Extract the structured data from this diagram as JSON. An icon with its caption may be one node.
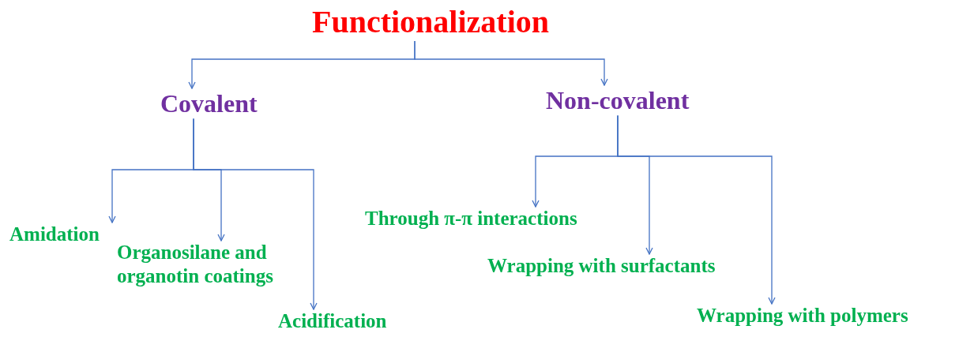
{
  "diagram": {
    "nodes": [
      {
        "text": [
          "Functionalization"
        ]
      },
      {
        "text": [
          "Covalent"
        ]
      },
      {
        "text": [
          "Non-covalent"
        ]
      },
      {
        "text": [
          "Amidation"
        ]
      },
      {
        "text": [
          "Organosilane and organotin coatings"
        ]
      },
      {
        "text": [
          "Acidification"
        ]
      },
      {
        "text": [
          "Through π-π interactions"
        ]
      },
      {
        "text": [
          "Wrapping with surfactants"
        ]
      },
      {
        "text": [
          "Wrapping with polymers"
        ]
      }
    ],
    "edges": [
      {
        "from": 0,
        "to": 1,
        "arrow": "to"
      },
      {
        "from": 0,
        "to": 2,
        "arrow": "to"
      },
      {
        "from": 1,
        "to": 3,
        "arrow": "to"
      },
      {
        "from": 1,
        "to": 4,
        "arrow": "to"
      },
      {
        "from": 1,
        "to": 5,
        "arrow": "to"
      },
      {
        "from": 2,
        "to": 6,
        "arrow": "to"
      },
      {
        "from": 2,
        "to": 7,
        "arrow": "to"
      },
      {
        "from": 2,
        "to": 8,
        "arrow": "to"
      }
    ]
  }
}
